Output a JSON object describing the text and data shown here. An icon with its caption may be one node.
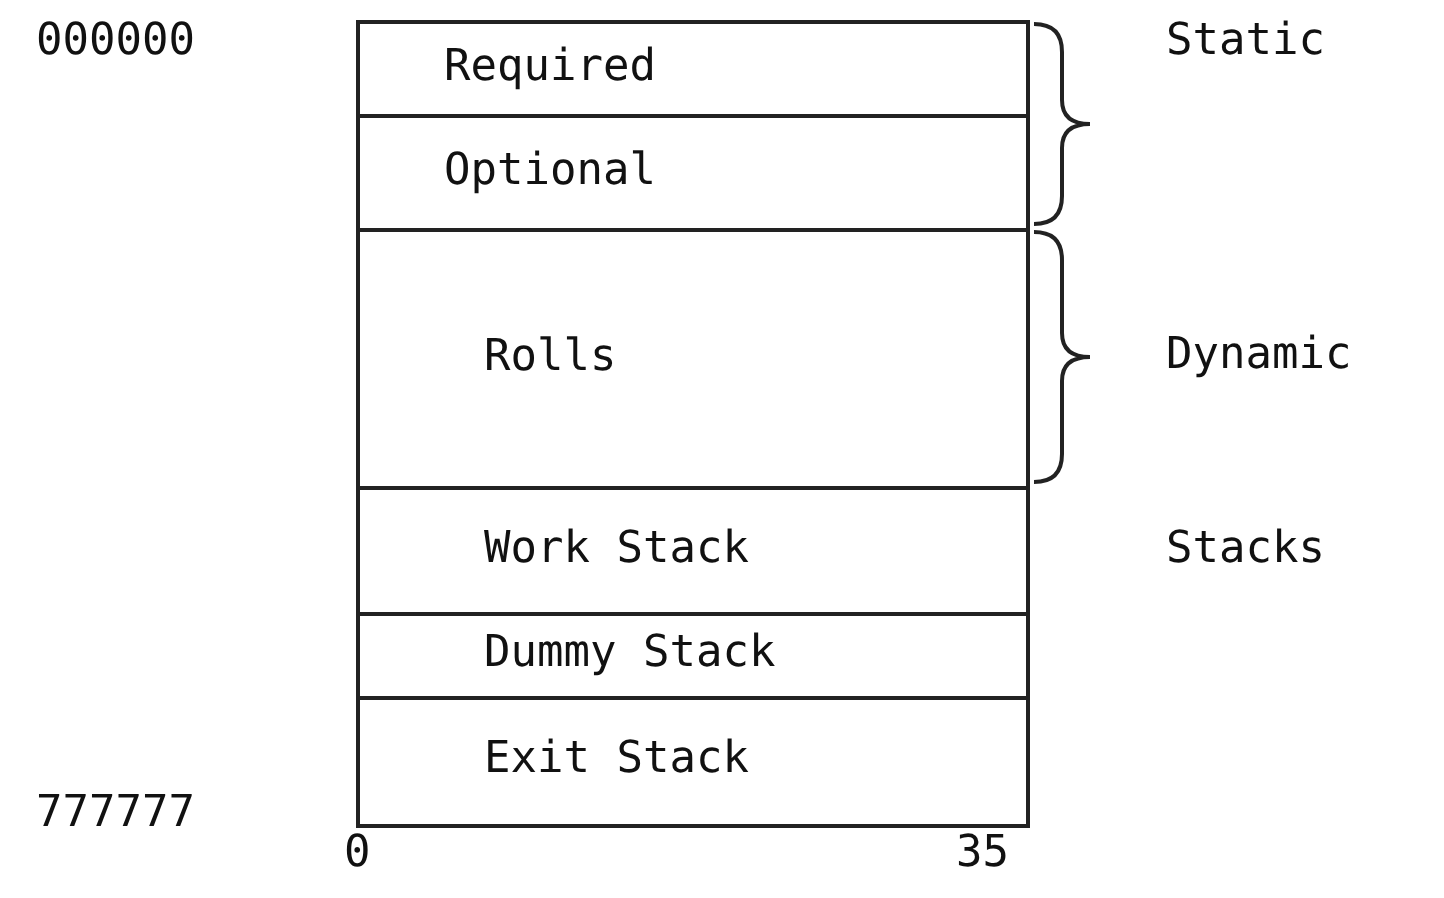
{
  "diagram": {
    "nodes": [
      {
        "text": [
          "Required"
        ]
      },
      {
        "text": [
          "Optional"
        ]
      },
      {
        "text": [
          "Rolls"
        ]
      },
      {
        "text": [
          "Work Stack"
        ]
      },
      {
        "text": [
          "Dummy Stack"
        ]
      },
      {
        "text": [
          "Exit Stack"
        ]
      }
    ],
    "labels": [
      "000000",
      "Static",
      "Dynamic",
      "Stacks",
      "777777",
      "0",
      "35"
    ]
  }
}
